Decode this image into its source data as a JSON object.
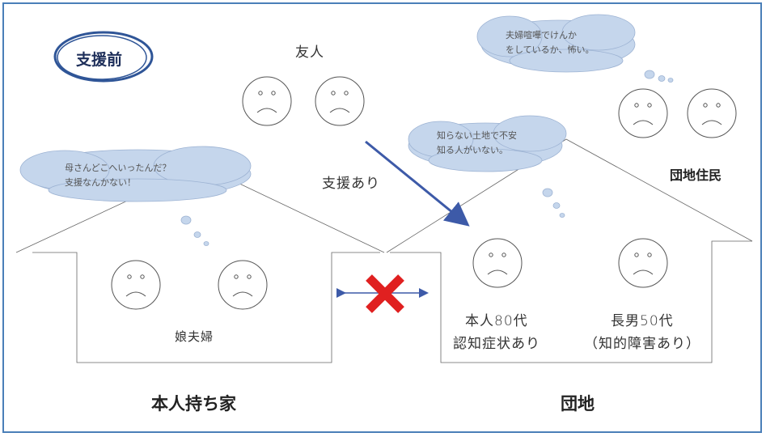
{
  "badge": {
    "label": "支援前"
  },
  "friends": {
    "label": "友人"
  },
  "support": {
    "label": "支援あり"
  },
  "residents": {
    "label": "団地住民"
  },
  "house_left": {
    "couple_label": "娘夫婦",
    "caption": "本人持ち家"
  },
  "house_right": {
    "person1_line1": "本人80代",
    "person1_line2": "認知症状あり",
    "person2_line1": "長男50代",
    "person2_line2": "（知的障害あり）",
    "caption": "団地"
  },
  "bubbles": {
    "residents": {
      "line1": "夫婦喧嘩でけんか",
      "line2": "をしているか、怖い。"
    },
    "self": {
      "line1": "知らない土地で不安",
      "line2": "知る人がいない。"
    },
    "family": {
      "line1": "母さんどこへいったんだ？",
      "line2": "支援なんかない！"
    }
  },
  "colors": {
    "frame": "#4a7fb8",
    "bubble": "#c5d6ec",
    "arrow": "#3d5aa8",
    "cross": "#e02020"
  }
}
